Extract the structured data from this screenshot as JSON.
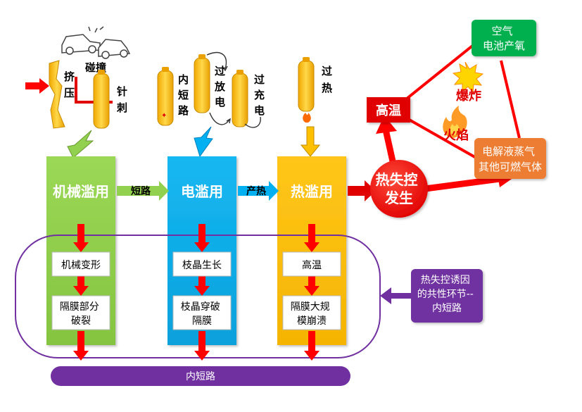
{
  "icons": {
    "crash": "car-crash-icon",
    "press": "press-arrow-icon",
    "nail": "nail-icon",
    "cell": "battery-cell-icon",
    "spark": "short-spark-icon",
    "flame": "flame-icon",
    "explosion": "explosion-icon"
  },
  "triggers": {
    "mechanical": {
      "crash": "碰撞",
      "squeeze": [
        "挤",
        "压"
      ],
      "puncture": [
        "针",
        "刺"
      ]
    },
    "electrical": {
      "internal_short": [
        "内",
        "短",
        "路"
      ],
      "over_discharge": [
        "过",
        "放",
        "电"
      ],
      "over_charge": [
        "过",
        "充",
        "电"
      ]
    },
    "thermal": {
      "overheat": [
        "过",
        "热"
      ]
    }
  },
  "abuse": {
    "mechanical": {
      "title": "机械滥用",
      "steps": [
        [
          "机械变形"
        ],
        [
          "隔膜部分",
          "破裂"
        ]
      ]
    },
    "electrical": {
      "title": "电滥用",
      "steps": [
        [
          "枝晶生长"
        ],
        [
          "枝晶穿破",
          "隔膜"
        ]
      ]
    },
    "thermal": {
      "title": "热滥用",
      "steps": [
        [
          "高温"
        ],
        [
          "隔膜大规",
          "模崩溃"
        ]
      ]
    }
  },
  "transitions": {
    "mech_to_elec": "短路",
    "elec_to_thermal": "产热"
  },
  "runaway": {
    "label": [
      "热失控",
      "发生"
    ]
  },
  "hazards": {
    "high_temp": "高温",
    "air_o2": [
      "空气",
      "电池产氧"
    ],
    "gas": [
      "电解液蒸气",
      "其他可燃气体"
    ],
    "explosion": "爆炸",
    "fire": "火焰"
  },
  "common_cause": [
    "热失控诱因",
    "的共性环节--",
    "内短路"
  ],
  "short_bar": "内短路",
  "colors": {
    "mechanical": "#92d050",
    "electrical": "#00b0f0",
    "thermal": "#ffc000",
    "runaway_red": "#ff0000",
    "air_green": "#00b050",
    "gas_orange": "#ed7d31",
    "purple": "#7030a0"
  }
}
